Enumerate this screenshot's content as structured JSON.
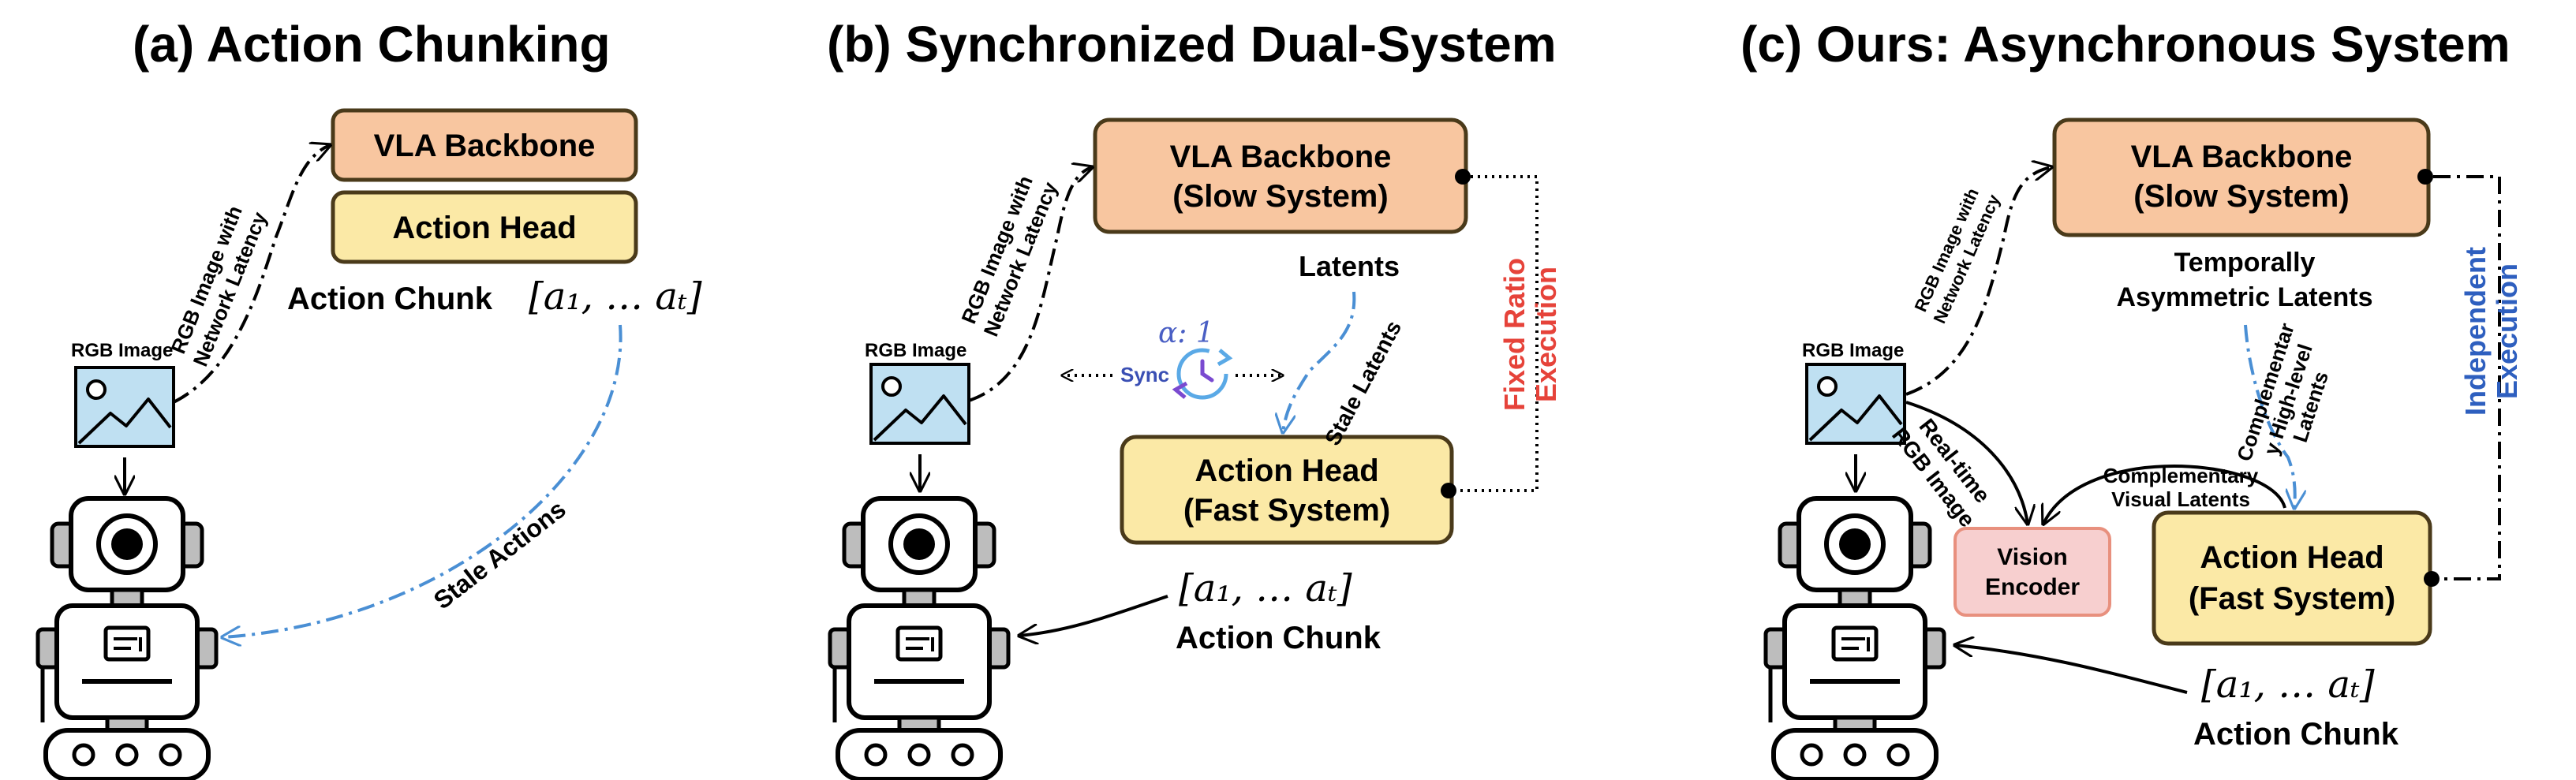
{
  "colors": {
    "vla_fill": "#f8c6a0",
    "head_fill": "#fbe9a6",
    "encoder_fill": "#f7cfcf",
    "box_stroke": "#4a3a1a",
    "image_fill": "#bfe0f2",
    "stale_arrow": "#4a8fd4",
    "fixed_ratio": "#e6433a",
    "independent": "#2e5fbf",
    "robot_gray": "#bdbdbd"
  },
  "panel_a": {
    "title": "(a) Action Chunking",
    "vla_backbone": "VLA Backbone",
    "action_head": "Action Head",
    "action_chunk_label": "Action Chunk",
    "chunk_formula": "[a₁, … aₜ]",
    "rgb_image": "RGB Image",
    "latency_line1": "RGB Image with",
    "latency_line2": "Network Latency",
    "stale_actions": "Stale Actions"
  },
  "panel_b": {
    "title": "(b) Synchronized Dual-System",
    "vla_line1": "VLA Backbone",
    "vla_line2": "(Slow System)",
    "head_line1": "Action Head",
    "head_line2": "(Fast System)",
    "rgb_image": "RGB Image",
    "latency_line1": "RGB Image with",
    "latency_line2": "Network Latency",
    "latents": "Latents",
    "stale_latents": "Stale Latents",
    "ratio": "α: 1",
    "sync": "Sync",
    "fixed_line1": "Fixed Ratio",
    "fixed_line2": "Execution",
    "chunk_formula": "[a₁, … aₜ]",
    "action_chunk_label": "Action Chunk"
  },
  "panel_c": {
    "title": "(c) Ours: Asynchronous System",
    "vla_line1": "VLA Backbone",
    "vla_line2": "(Slow System)",
    "head_line1": "Action Head",
    "head_line2": "(Fast System)",
    "encoder_line1": "Vision",
    "encoder_line2": "Encoder",
    "rgb_image": "RGB Image",
    "latency_line1": "RGB Image with",
    "latency_line2": "Network Latency",
    "temporal_line1": "Temporally",
    "temporal_line2": "Asymmetric Latents",
    "comp_high_line1": "Complementar",
    "comp_high_line2": "y High-level",
    "comp_high_line3": "Latents",
    "comp_visual_line1": "Complementary",
    "comp_visual_line2": "Visual Latents",
    "realtime_line1": "Real-time",
    "realtime_line2": "RGB Image",
    "independent_line1": "Independent",
    "independent_line2": "Execution",
    "chunk_formula": "[a₁, … aₜ]",
    "action_chunk_label": "Action Chunk"
  }
}
